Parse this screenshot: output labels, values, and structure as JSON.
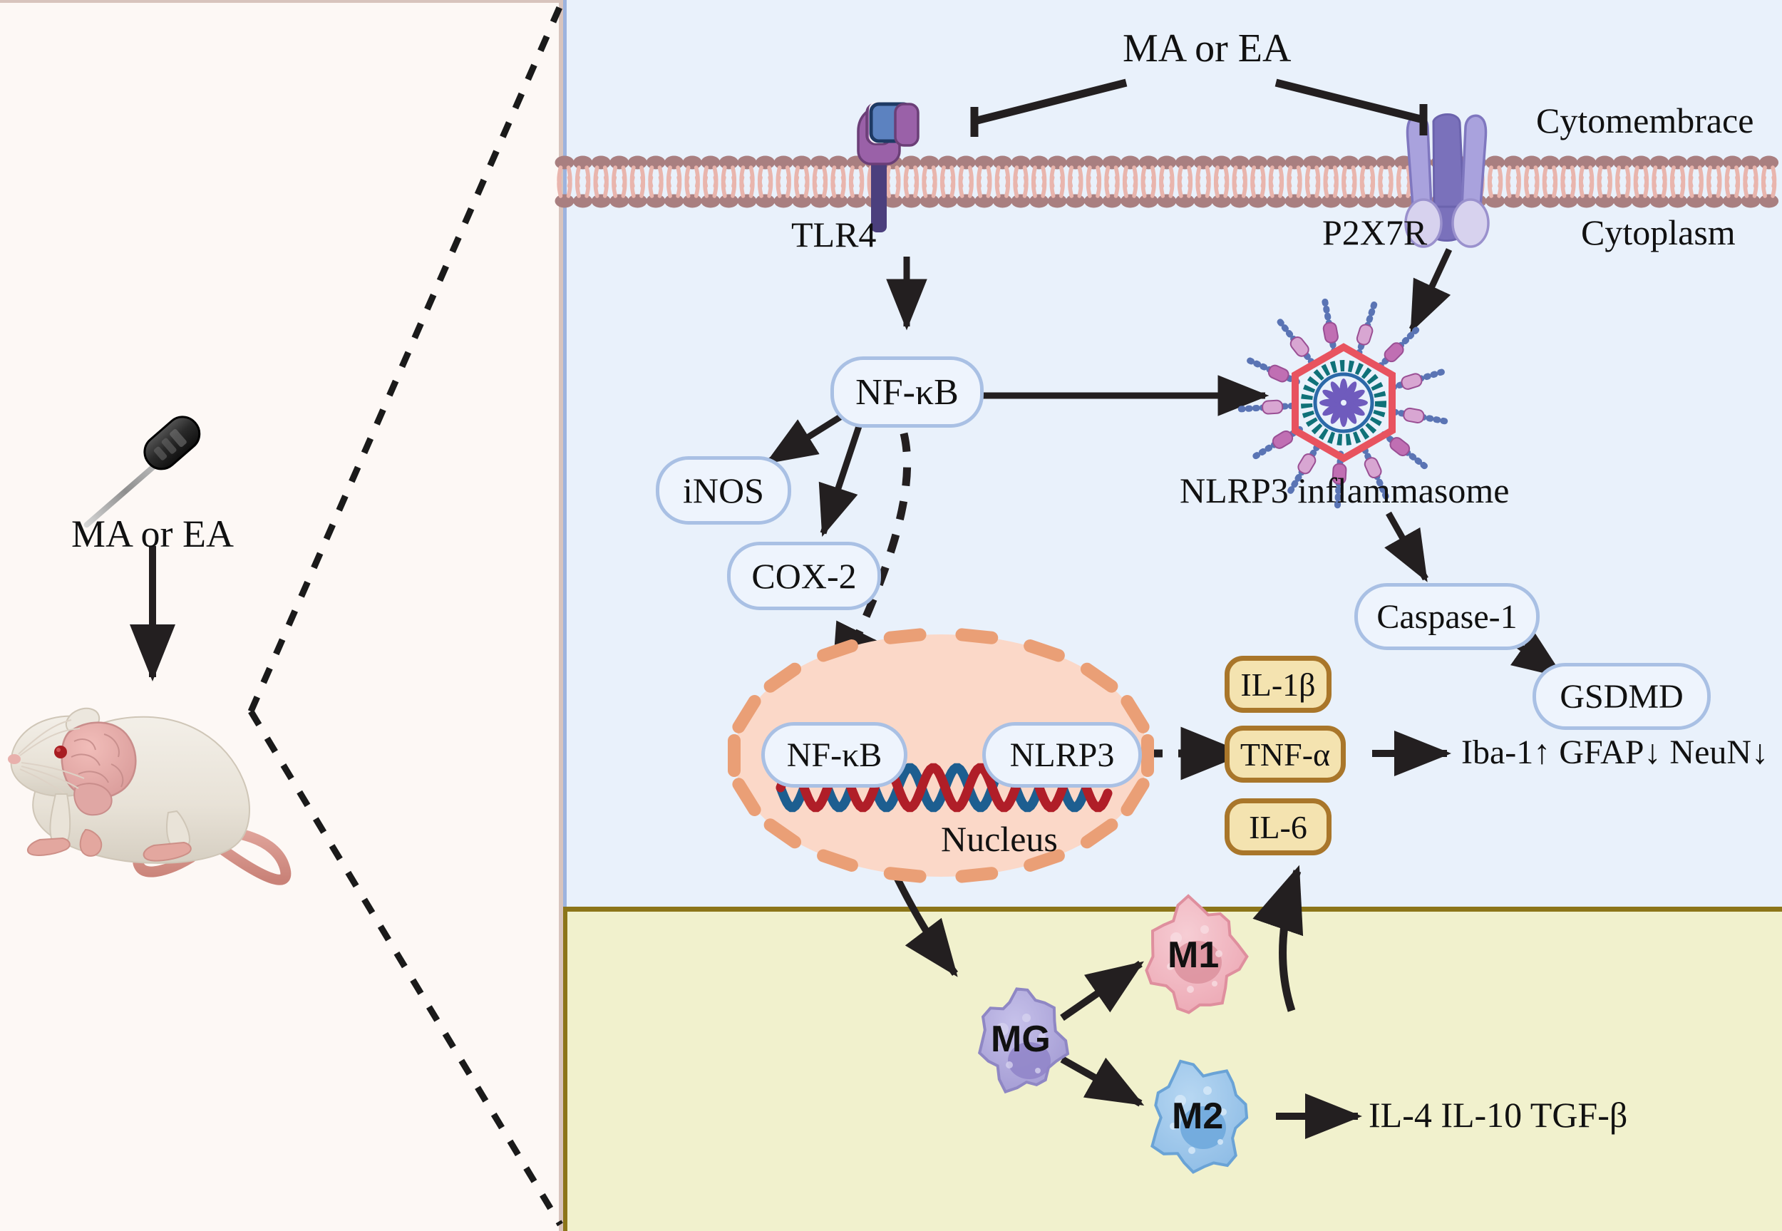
{
  "figure": {
    "type": "pathway-diagram",
    "title_left": "MA or EA",
    "description": "Acupuncture (MA or EA) inhibits TLR4 and P2X7R signalling, NF-kB / NLRP3 inflammasome activation and microglial M1 polarisation"
  },
  "left_panel": {
    "treatment_label": "MA or EA",
    "needle_icon": "acupuncture-needle-icon",
    "animal_icon": "mouse-with-brain-icon"
  },
  "cytoplasm_panel": {
    "treatment_label": "MA or EA",
    "membrane_label": "Cytomembrace",
    "cytoplasm_label": "Cytoplasm",
    "receptors": [
      {
        "name": "TLR4",
        "label": "TLR4"
      },
      {
        "name": "P2X7R",
        "label": "P2X7R"
      }
    ],
    "nodes": [
      {
        "id": "nfkb_cyto",
        "label": "NF-κB"
      },
      {
        "id": "inos",
        "label": "iNOS"
      },
      {
        "id": "cox2",
        "label": "COX-2"
      },
      {
        "id": "caspase1",
        "label": "Caspase-1"
      },
      {
        "id": "gsdmd",
        "label": "GSDMD"
      },
      {
        "id": "nfkb_nuc",
        "label": "NF-κB"
      },
      {
        "id": "nlrp3_nuc",
        "label": "NLRP3"
      }
    ],
    "inflammasome_label": "NLRP3 inflammasome",
    "nucleus_label": "Nucleus",
    "cytokines": [
      {
        "id": "il1b",
        "label": "IL-1β"
      },
      {
        "id": "tnfa",
        "label": "TNF-α"
      },
      {
        "id": "il6",
        "label": "IL-6"
      }
    ],
    "markers_label": "Iba-1↑ GFAP↓ NeuN↓",
    "markers": [
      {
        "name": "Iba-1",
        "direction": "up"
      },
      {
        "name": "GFAP",
        "direction": "down"
      },
      {
        "name": "NeuN",
        "direction": "down"
      }
    ]
  },
  "glia_panel": {
    "cells": [
      {
        "id": "mg",
        "label": "MG"
      },
      {
        "id": "m1",
        "label": "M1"
      },
      {
        "id": "m2",
        "label": "M2"
      }
    ],
    "anti_inflammatory_label": "IL-4 IL-10 TGF-β"
  },
  "colors": {
    "left_bg": "#fdf8f5",
    "left_border": "#d8c4bd",
    "cyto_bg": "#e9f1fb",
    "cyto_border": "#9cb3de",
    "glia_bg": "#f1f1cd",
    "glia_border": "#8c7519",
    "node_fill": "#eef4fd",
    "node_stroke": "#a9c0e4",
    "pill_fill": "#f4e3b0",
    "pill_stroke": "#a9762a",
    "membrane_head": "#a97f80",
    "membrane_tail": "#e9b5ad",
    "nucleus_fill": "#fbd8c8",
    "nucleus_pore": "#ea9f76",
    "dna_red": "#b01e28",
    "dna_blue": "#1d5e90",
    "tlr4_purple": "#9a61a8",
    "tlr4_blue": "#5c82c0",
    "p2x7r_purple": "#8e86c9",
    "m1_pink": "#f0b9c2",
    "m2_blue": "#9cc3e8",
    "mg_purple": "#b0aadb",
    "arrow": "#231f20"
  }
}
